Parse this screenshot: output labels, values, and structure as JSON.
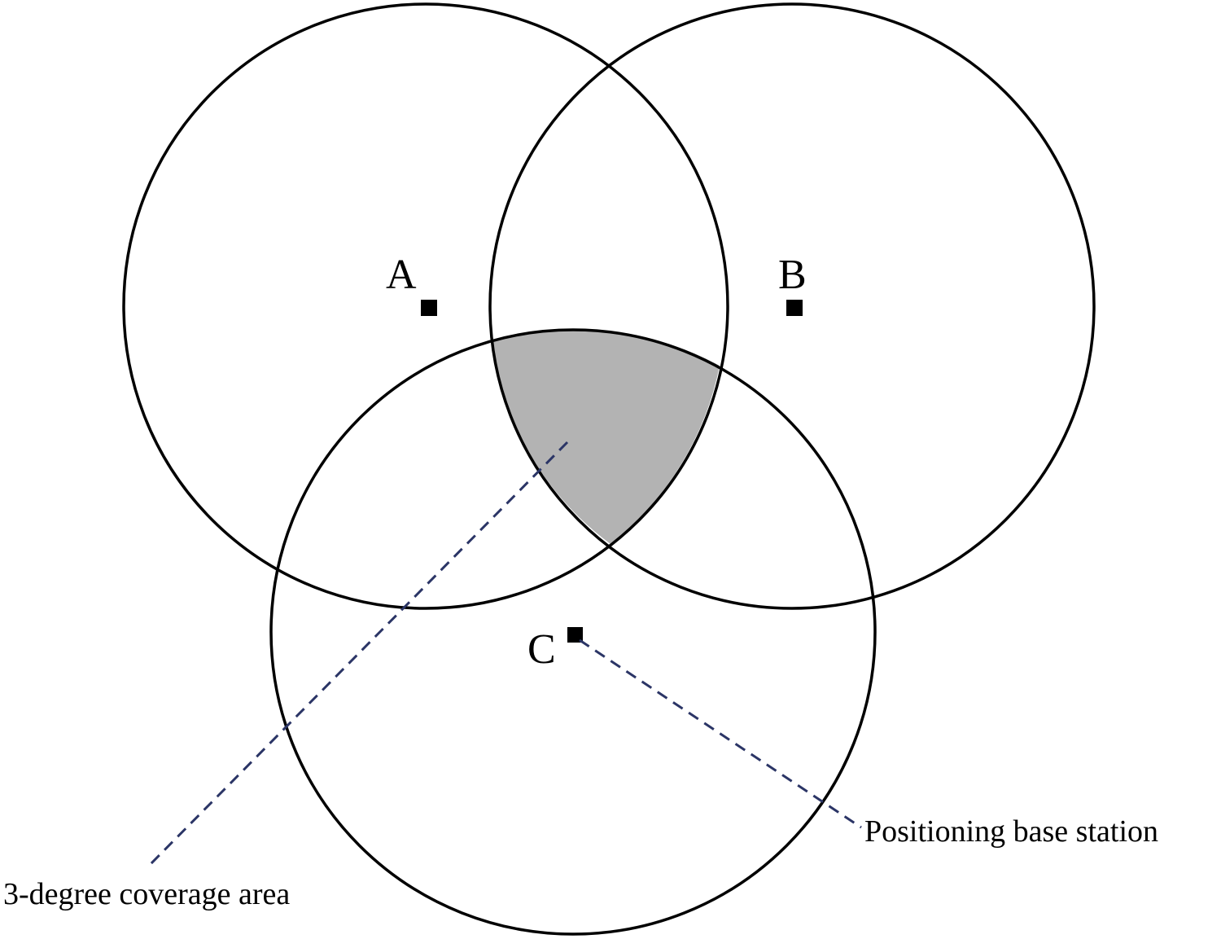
{
  "stations": [
    {
      "id": "A",
      "label": "A"
    },
    {
      "id": "B",
      "label": "B"
    },
    {
      "id": "C",
      "label": "C"
    }
  ],
  "callouts": {
    "coverage_area": "3-degree coverage area",
    "base_station": "Positioning base station"
  },
  "colors": {
    "outline": "#000000",
    "overlap_fill": "#b3b3b3",
    "leader_line": "#2b3566",
    "background": "#ffffff"
  }
}
